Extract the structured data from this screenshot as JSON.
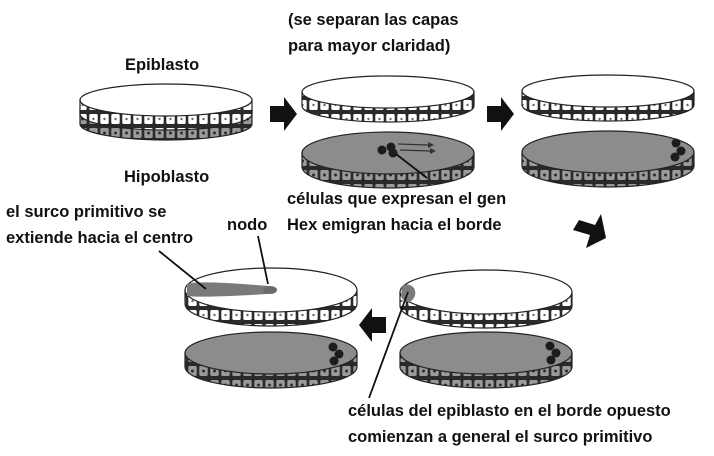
{
  "labels": {
    "epiblast": "Epiblasto",
    "hypoblast": "Hipoblasto",
    "separated_line1": "(se separan las capas",
    "separated_line2": "para mayor claridad)",
    "hex_line1": "células que expresan el gen",
    "hex_line2": "Hex emigran hacia el borde",
    "streak_line1": "el surco primitivo se",
    "streak_line2": "extiende hacia el centro",
    "node": "nodo",
    "epi_cells_line1": "células del epiblasto en el borde opuesto",
    "epi_cells_line2": "comienzan a general el surco primitivo"
  },
  "colors": {
    "epiblast_top": "#ffffff",
    "hypoblast_top": "#8c8c8c",
    "cell_rim": "#2a2a2a",
    "arrow": "#111111",
    "streak": "#7a7a7a",
    "text": "#111111"
  },
  "stages": [
    "bilayer-disc",
    "layers-separated-hex-cells",
    "hex-cells-at-edge",
    "primitive-streak-begins",
    "primitive-streak-extends"
  ],
  "icons": {
    "arrow": "right-arrow-icon"
  }
}
